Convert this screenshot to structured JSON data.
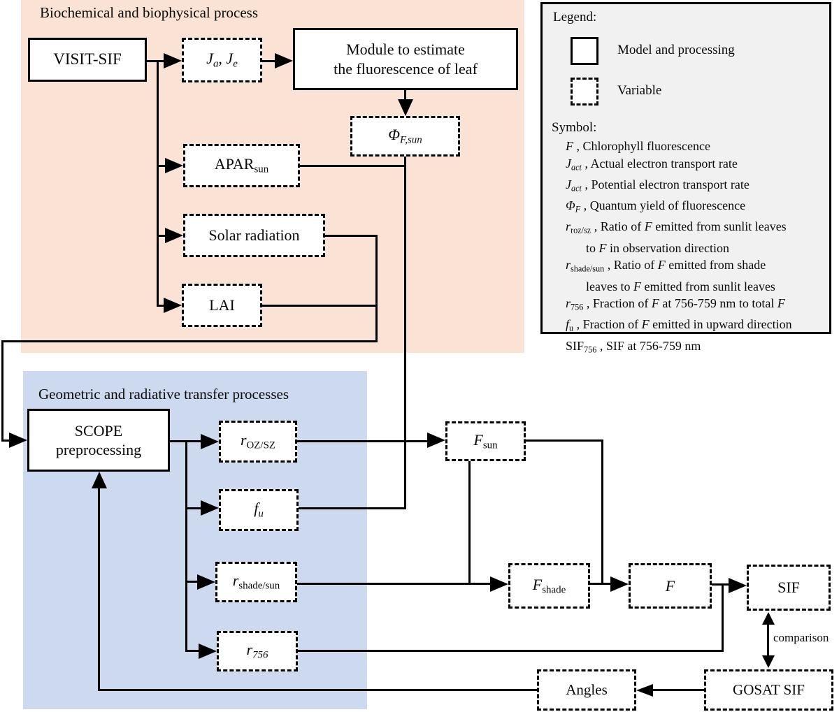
{
  "regions": {
    "biochemical": {
      "title": "Biochemical and biophysical process",
      "bg": "#fae3d5"
    },
    "geometric": {
      "title": "Geometric and radiative transfer processes",
      "bg": "#cdd9ee"
    }
  },
  "colors": {
    "line": "#000000",
    "legend_bg": "#f1f1f1",
    "box_bg": "#ffffff"
  },
  "nodes": {
    "visit_sif": {
      "label": "VISIT-SIF",
      "kind": "model"
    },
    "j_rates": {
      "kind": "variable",
      "rich": [
        {
          "t": "J",
          "i": 1
        },
        {
          "t": "a",
          "i": 1,
          "s": 1
        },
        {
          "t": ", "
        },
        {
          "t": "J",
          "i": 1
        },
        {
          "t": "e",
          "i": 1,
          "s": 1
        }
      ]
    },
    "module": {
      "kind": "model",
      "lines": [
        "Module to estimate",
        "the fluorescence of leaf"
      ]
    },
    "phi_f_sun": {
      "kind": "variable",
      "rich": [
        {
          "t": "Φ",
          "i": 1
        },
        {
          "t": "F,sun",
          "i": 1,
          "s": 1
        }
      ]
    },
    "apar_sun": {
      "kind": "variable",
      "rich": [
        {
          "t": "APAR"
        },
        {
          "t": "sun",
          "s": 1
        }
      ]
    },
    "solar_radiation": {
      "kind": "variable",
      "label": "Solar radiation"
    },
    "lai": {
      "kind": "variable",
      "label": "LAI"
    },
    "scope": {
      "kind": "model",
      "lines": [
        "SCOPE",
        "preprocessing"
      ]
    },
    "r_oz_sz": {
      "kind": "variable",
      "rich": [
        {
          "t": "r",
          "i": 1
        },
        {
          "t": "OZ/SZ",
          "s": 1
        }
      ]
    },
    "f_u": {
      "kind": "variable",
      "rich": [
        {
          "t": "f",
          "i": 1
        },
        {
          "t": "u",
          "i": 1,
          "s": 1
        }
      ]
    },
    "r_shade_sun": {
      "kind": "variable",
      "rich": [
        {
          "t": "r",
          "i": 1
        },
        {
          "t": "shade/sun",
          "s": 1
        }
      ]
    },
    "r_756": {
      "kind": "variable",
      "rich": [
        {
          "t": "r",
          "i": 1
        },
        {
          "t": "756",
          "i": 1,
          "s": 1
        }
      ]
    },
    "f_sun": {
      "kind": "variable",
      "rich": [
        {
          "t": "F",
          "i": 1
        },
        {
          "t": "sun",
          "s": 1
        }
      ]
    },
    "f_shade": {
      "kind": "variable",
      "rich": [
        {
          "t": "F",
          "i": 1
        },
        {
          "t": "shade",
          "s": 1
        }
      ]
    },
    "f": {
      "kind": "variable",
      "rich": [
        {
          "t": "F",
          "i": 1
        }
      ]
    },
    "sif": {
      "kind": "variable",
      "label": "SIF"
    },
    "angles": {
      "kind": "variable",
      "label": "Angles"
    },
    "gosat_sif": {
      "kind": "variable",
      "label": "GOSAT SIF"
    }
  },
  "edge_labels": {
    "comparison": "comparison"
  },
  "legend": {
    "title": "Legend:",
    "items": [
      {
        "swatch": "solid",
        "label": "Model and processing"
      },
      {
        "swatch": "dashed",
        "label": "Variable"
      }
    ],
    "symbol_title": "Symbol:",
    "symbols": [
      {
        "indent": 0,
        "parts": [
          {
            "t": "F",
            "i": 1
          },
          {
            "t": " ,  Chlorophyll fluorescence"
          }
        ]
      },
      {
        "indent": 0,
        "parts": [
          {
            "t": "J",
            "i": 1
          },
          {
            "t": "act",
            "i": 1,
            "s": 1
          },
          {
            "t": " , Actual electron transport rate"
          }
        ]
      },
      {
        "indent": 0,
        "parts": [
          {
            "t": "J",
            "i": 1
          },
          {
            "t": "act",
            "i": 1,
            "s": 1
          },
          {
            "t": " , Potential electron transport rate"
          }
        ]
      },
      {
        "indent": 0,
        "parts": [
          {
            "t": "Φ",
            "i": 1
          },
          {
            "t": "F",
            "i": 1,
            "s": 1
          },
          {
            "t": " , Quantum yield of fluorescence"
          }
        ]
      },
      {
        "indent": 0,
        "parts": [
          {
            "t": "r",
            "i": 1
          },
          {
            "t": "roz/sz",
            "s": 1
          },
          {
            "t": " , Ratio of "
          },
          {
            "t": "F",
            "i": 1
          },
          {
            "t": " emitted  from sunlit leaves"
          }
        ]
      },
      {
        "indent": 1,
        "parts": [
          {
            "t": "to "
          },
          {
            "t": "F",
            "i": 1
          },
          {
            "t": " in observation direction"
          }
        ]
      },
      {
        "indent": 0,
        "parts": [
          {
            "t": "r",
            "i": 1
          },
          {
            "t": "shade/sun",
            "s": 1
          },
          {
            "t": " , Ratio of "
          },
          {
            "t": "F",
            "i": 1
          },
          {
            "t": " emitted from shade"
          }
        ]
      },
      {
        "indent": 1,
        "parts": [
          {
            "t": "leaves to "
          },
          {
            "t": "F",
            "i": 1
          },
          {
            "t": " emitted from sunlit leaves"
          }
        ]
      },
      {
        "indent": 0,
        "parts": [
          {
            "t": "r",
            "i": 1
          },
          {
            "t": "756",
            "s": 1
          },
          {
            "t": " , Fraction of "
          },
          {
            "t": "F",
            "i": 1
          },
          {
            "t": " at 756-759 nm to total "
          },
          {
            "t": "F",
            "i": 1
          }
        ]
      },
      {
        "indent": 0,
        "parts": [
          {
            "t": "f",
            "i": 1
          },
          {
            "t": "u",
            "s": 1
          },
          {
            "t": " , Fraction of "
          },
          {
            "t": "F",
            "i": 1
          },
          {
            "t": " emitted in upward direction"
          }
        ]
      },
      {
        "indent": 0,
        "parts": [
          {
            "t": "SIF"
          },
          {
            "t": "756",
            "s": 1
          },
          {
            "t": " ,  SIF at 756-759 nm"
          }
        ]
      }
    ]
  }
}
